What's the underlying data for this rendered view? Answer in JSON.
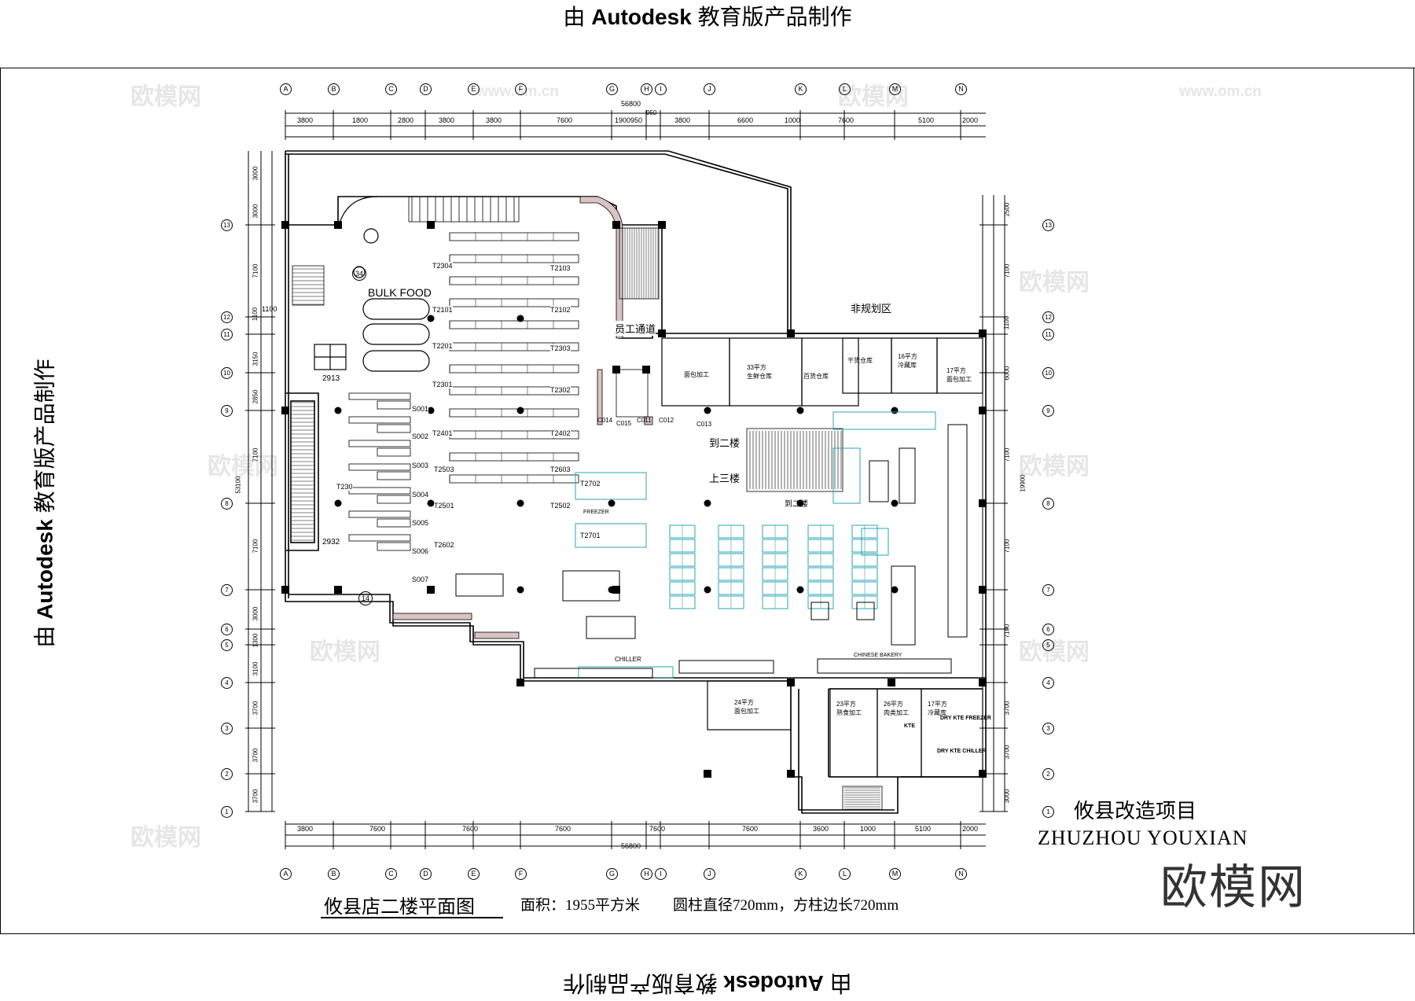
{
  "watermark": {
    "text_prefix": "由",
    "text_brand": "Autodesk",
    "text_suffix": "教育版产品制作"
  },
  "background_watermarks": {
    "cn": "欧模网",
    "url": "www.om.cn"
  },
  "colors": {
    "line": "#000000",
    "fixture_cyan": "#2aa6b5",
    "wall_hatch": "#c9a9a9"
  },
  "grid": {
    "top_axis": [
      "A",
      "B",
      "C",
      "D",
      "E",
      "F",
      "G",
      "H",
      "I",
      "J",
      "K",
      "L",
      "M",
      "N"
    ],
    "top_spacings": [
      "3800",
      "1800",
      "2800",
      "3800",
      "3800",
      "7600",
      "1900",
      "950",
      "3800",
      "6600",
      "1000",
      "7600",
      "5100",
      "2000"
    ],
    "top_total": "56800",
    "top_extra": "950",
    "bottom_spacings": [
      "3800",
      "7600",
      "7600",
      "7600",
      "7600",
      "7600",
      "3600",
      "1000",
      "5100",
      "2000"
    ],
    "bottom_total": "56800",
    "left_axis": [
      "13",
      "12",
      "11",
      "10",
      "9",
      "8",
      "7",
      "6",
      "5",
      "4",
      "3",
      "2",
      "1"
    ],
    "left_spacings": [
      "3000",
      "3000",
      "7100",
      "1100",
      "3150",
      "2850",
      "7100",
      "7100",
      "3000",
      "1300",
      "3100",
      "3700",
      "3700",
      "3700",
      "3000"
    ],
    "left_total": "53100",
    "right_spacings": [
      "2500",
      "7100",
      "1100",
      "6000",
      "7100",
      "7100",
      "7100",
      "3700",
      "3700",
      "3000"
    ],
    "right_total": "19900"
  },
  "labels": {
    "bulk_food": "BULK FOOD",
    "non_planned": "非规划区",
    "staff_passage": "员工通道",
    "to_2f": "到二楼",
    "up_3f": "上三楼",
    "to_2f_small": "到二楼",
    "dim_2913": "2913",
    "dim_2932": "2932",
    "circle_34": "34",
    "circle_14": "14",
    "freezer": "FREEZER",
    "chiller": "CHILLER",
    "chinese_bakery": "CHINESE BAKERY",
    "dry_freezer": "DRY KTE FREEZER",
    "dry_chiller": "DRY KTE CHILLER",
    "kte": "KTE"
  },
  "shelf_codes": [
    "T2304",
    "T2103",
    "T2101",
    "T2102",
    "T2201",
    "T2303",
    "T2301",
    "T2302",
    "T2401",
    "T2402",
    "T2503",
    "T2603",
    "T2501",
    "T2502",
    "T2602",
    "T2702",
    "T2701",
    "S001",
    "S002",
    "S003",
    "S004",
    "S005",
    "S006",
    "S007",
    "T230"
  ],
  "door_codes": [
    "C014",
    "C015",
    "C011",
    "C012",
    "C013"
  ],
  "rooms": [
    {
      "name": "面包加工",
      "area": ""
    },
    {
      "name": "生鲜仓库",
      "area": "33平方"
    },
    {
      "name": "百货仓库",
      "area": ""
    },
    {
      "name": "干货仓库",
      "area": ""
    },
    {
      "name": "冷藏库",
      "area": "16平方"
    },
    {
      "name": "面包加工",
      "area": "17平方"
    },
    {
      "name": "面包加工",
      "area": "24平方"
    },
    {
      "name": "熟食加工",
      "area": "23平方"
    },
    {
      "name": "肉类加工",
      "area": "26平方"
    },
    {
      "name": "冷藏库",
      "area": "17平方"
    }
  ],
  "project": {
    "name_cn": "攸县改造项目",
    "name_en": "ZHUZHOU  YOUXIAN"
  },
  "drawing_caption": {
    "title": "攸县店二楼平面图",
    "area": "面积：1955平方米",
    "columns": "圆柱直径720mm，方柱边长720mm"
  },
  "site_logo": "欧模网"
}
